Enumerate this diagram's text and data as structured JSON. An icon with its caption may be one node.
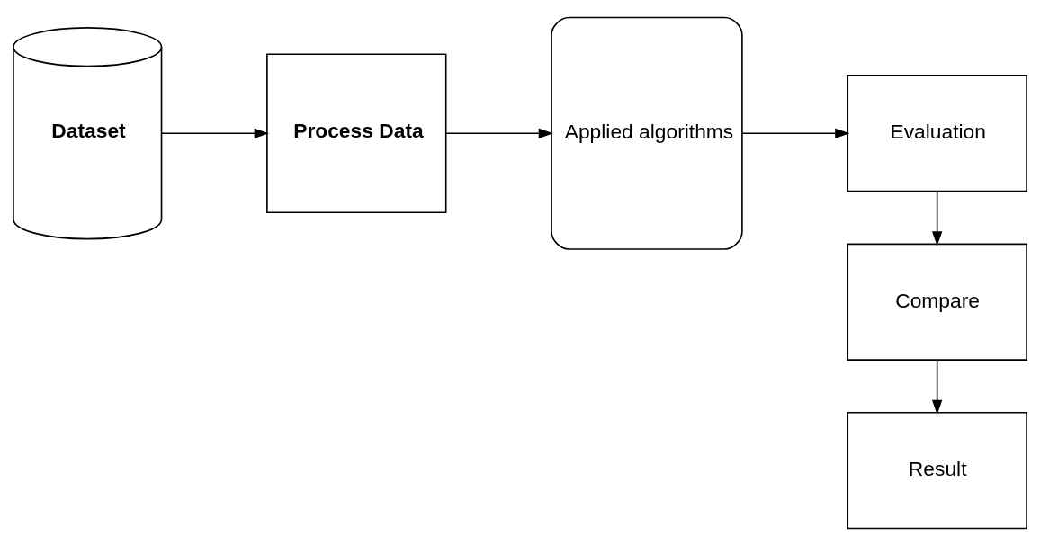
{
  "diagram": {
    "nodes": [
      {
        "text": [
          "Dataset"
        ]
      },
      {
        "text": [
          "Process Data"
        ]
      },
      {
        "text": [
          "Applied algorithms"
        ]
      },
      {
        "text": [
          "Evaluation"
        ]
      },
      {
        "text": [
          "Compare"
        ]
      },
      {
        "text": [
          "Result"
        ]
      }
    ],
    "edges": [
      {
        "from": 0,
        "to": 1,
        "arrow": "to"
      },
      {
        "from": 1,
        "to": 2,
        "arrow": "to"
      },
      {
        "from": 2,
        "to": 3,
        "arrow": "to"
      },
      {
        "from": 3,
        "to": 4,
        "arrow": "to"
      },
      {
        "from": 4,
        "to": 5,
        "arrow": "to"
      }
    ]
  }
}
